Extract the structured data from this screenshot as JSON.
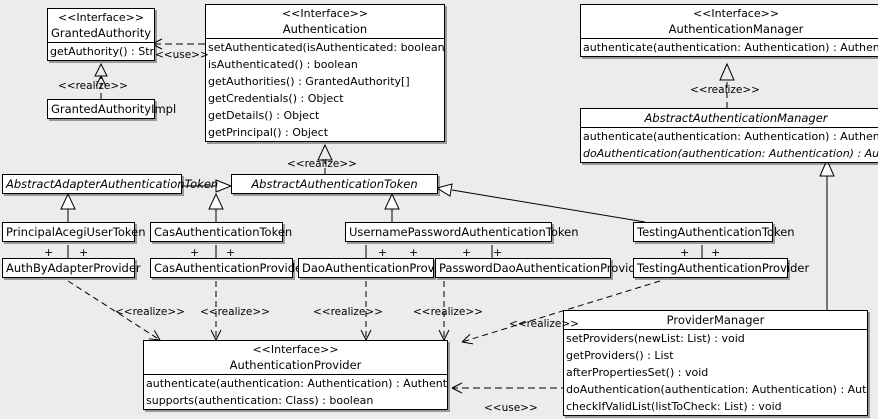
{
  "diagram": {
    "type": "uml-class-diagram",
    "background_color": "#ececec",
    "box_fill": "#ffffff",
    "line_color": "#000000"
  },
  "stereotypes": {
    "interface": "<<Interface>>",
    "realize": "<<realize>>",
    "use": "<<use>>"
  },
  "classes": {
    "granted_authority": {
      "stereotype": "<<Interface>>",
      "name": "GrantedAuthority",
      "members": [
        "getAuthority() : String"
      ]
    },
    "granted_authority_impl": {
      "name": "GrantedAuthorityImpl",
      "members": []
    },
    "authentication": {
      "stereotype": "<<Interface>>",
      "name": "Authentication",
      "members": [
        "setAuthenticated(isAuthenticated: boolean) : void",
        "isAuthenticated() : boolean",
        "getAuthorities() : GrantedAuthority[]",
        "getCredentials() : Object",
        "getDetails() : Object",
        "getPrincipal() : Object"
      ]
    },
    "authentication_manager": {
      "stereotype": "<<Interface>>",
      "name": "AuthenticationManager",
      "members": [
        "authenticate(authentication: Authentication) : Authentication"
      ]
    },
    "abstract_authentication_manager": {
      "name": "AbstractAuthenticationManager",
      "members": [
        "authenticate(authentication: Authentication) : Authentication",
        "doAuthentication(authentication: Authentication) : Authentication"
      ]
    },
    "abstract_adapter_authentication_token": {
      "name": "AbstractAdapterAuthenticationToken",
      "members": []
    },
    "abstract_authentication_token": {
      "name": "AbstractAuthenticationToken",
      "members": []
    },
    "principal_acegi_user_token": {
      "name": "PrincipalAcegiUserToken",
      "members": []
    },
    "cas_authentication_token": {
      "name": "CasAuthenticationToken",
      "members": []
    },
    "username_password_authentication_token": {
      "name": "UsernamePasswordAuthenticationToken",
      "members": []
    },
    "testing_authentication_token": {
      "name": "TestingAuthenticationToken",
      "members": []
    },
    "auth_by_adapter_provider": {
      "name": "AuthByAdapterProvider",
      "members": []
    },
    "cas_authentication_provider": {
      "name": "CasAuthenticationProvider",
      "members": []
    },
    "dao_authentication_provider": {
      "name": "DaoAuthenticationProvider",
      "members": []
    },
    "password_dao_authentication_provider": {
      "name": "PasswordDaoAuthenticationProvider",
      "members": []
    },
    "testing_authentication_provider": {
      "name": "TestingAuthenticationProvider",
      "members": []
    },
    "authentication_provider": {
      "stereotype": "<<Interface>>",
      "name": "AuthenticationProvider",
      "members": [
        "authenticate(authentication: Authentication) : Authentication",
        "supports(authentication: Class) : boolean"
      ]
    },
    "provider_manager": {
      "name": "ProviderManager",
      "members": [
        "setProviders(newList: List) : void",
        "getProviders() : List",
        "afterPropertiesSet() : void",
        "doAuthentication(authentication: Authentication) : Authentication",
        "checkIfValidList(listToCheck: List) : void"
      ]
    }
  },
  "edge_labels": {
    "use_authentication_granted_authority": "<<use>>",
    "realize_granted_authority_impl": "<<realize>>",
    "realize_abstract_authentication_manager": "<<realize>>",
    "realize_abstract_authentication_token": "<<realize>>",
    "realize_auth_by_adapter_provider": "<<realize>>",
    "realize_cas_authentication_provider": "<<realize>>",
    "realize_dao_authentication_provider": "<<realize>>",
    "realize_password_dao_authentication_provider": "<<realize>>",
    "realize_testing_authentication_provider": "<<realize>>",
    "use_provider_manager_authentication_provider": "<<use>>"
  },
  "association_markers": {
    "plus": "+"
  }
}
